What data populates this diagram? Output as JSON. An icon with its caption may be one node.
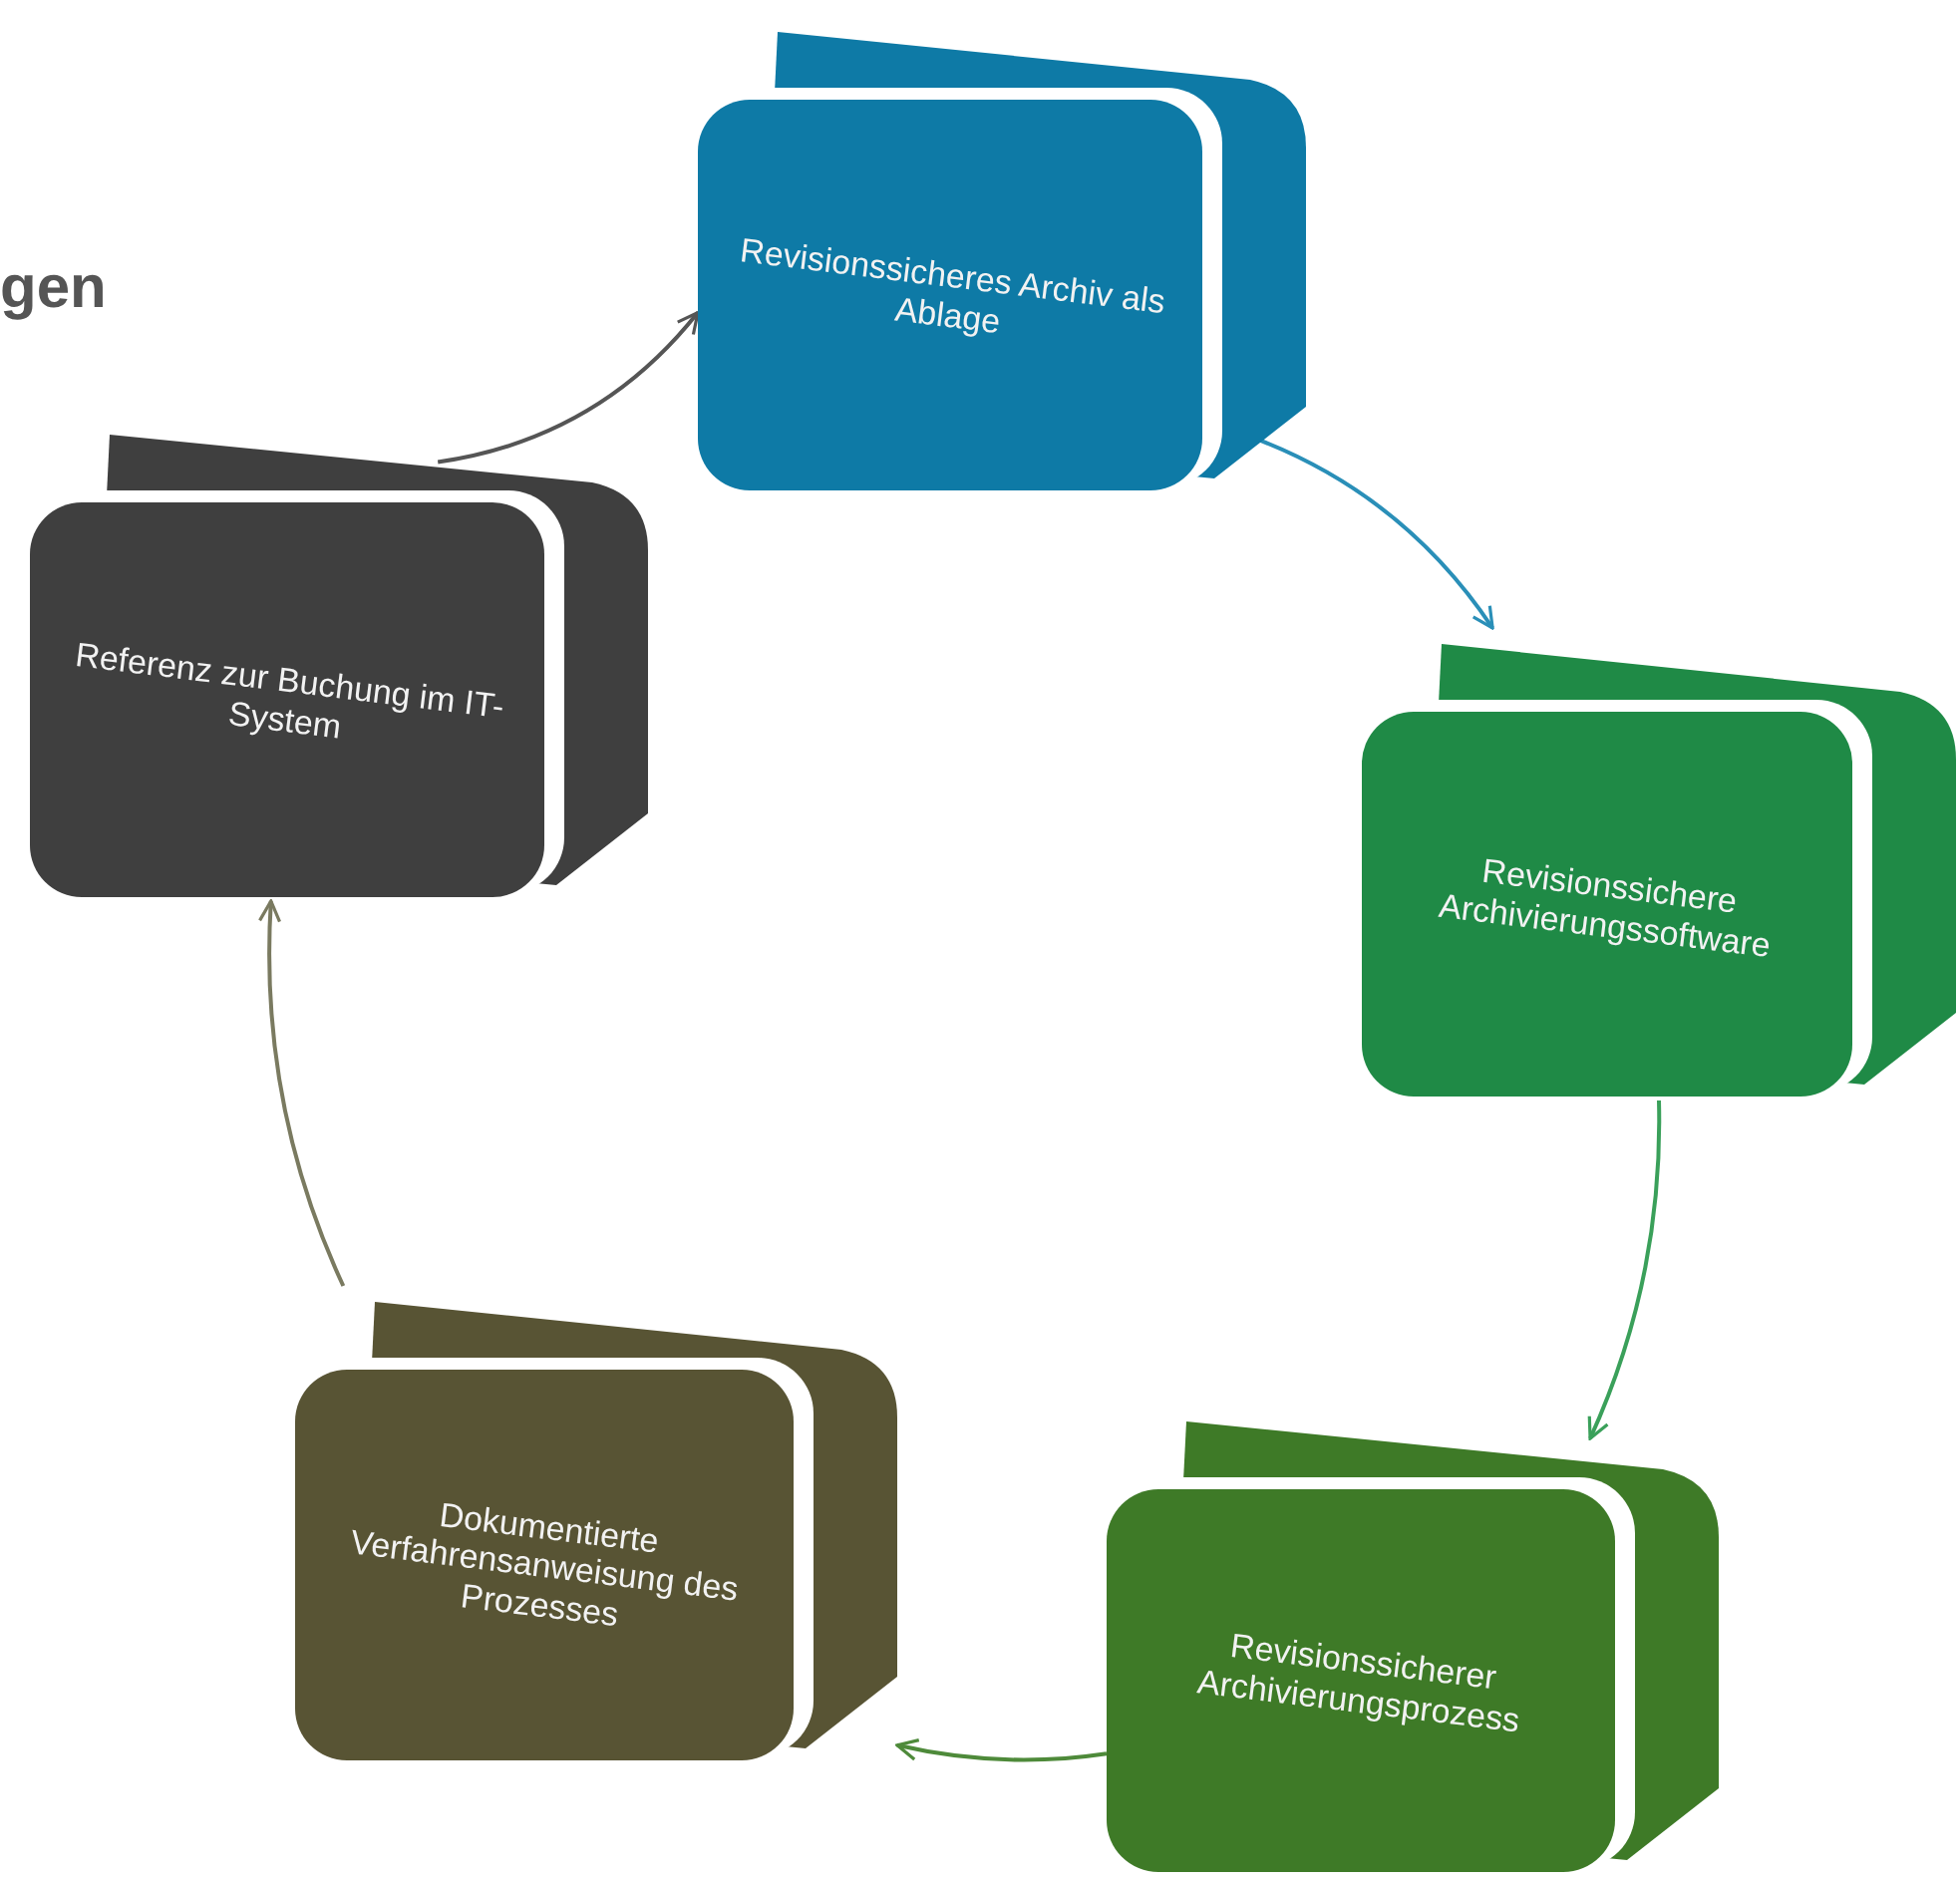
{
  "diagram": {
    "nodes": [
      {
        "text": [
          "Revisionssicheres Archiv als Ablage"
        ]
      },
      {
        "text": [
          "Referenz zur Buchung im IT-System"
        ]
      },
      {
        "text": [
          "Revisionssichere Archivierungssoftware"
        ]
      },
      {
        "text": [
          "Dokumentierte Verfahrensanweisung des Prozesses"
        ]
      },
      {
        "text": [
          "Revisionssicherer Archivierungsprozess"
        ]
      }
    ],
    "edges": [
      {
        "from": 1,
        "to": 0,
        "arrow": "to",
        "color": "#555555"
      },
      {
        "from": 0,
        "to": 2,
        "arrow": "to",
        "color": "#2a8fb8"
      },
      {
        "from": 2,
        "to": 4,
        "arrow": "to",
        "color": "#3aa05a"
      },
      {
        "from": 4,
        "to": 3,
        "arrow": "to",
        "color": "#4e8a3a"
      },
      {
        "from": 3,
        "to": 1,
        "arrow": "to",
        "color": "#7a7a60"
      }
    ],
    "labels": [
      "gen"
    ]
  }
}
